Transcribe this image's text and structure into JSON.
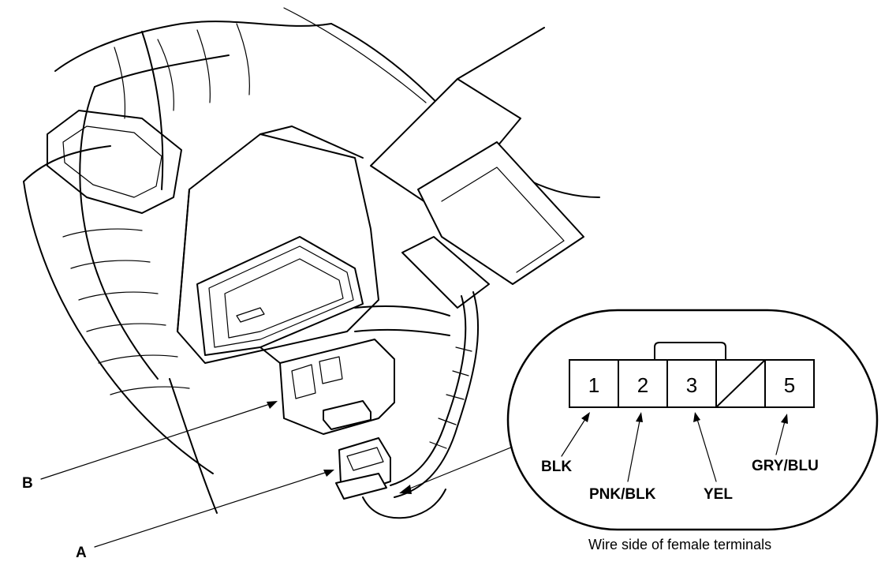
{
  "callouts": {
    "a": "A",
    "b": "B"
  },
  "connector_view": {
    "cavities": [
      {
        "number": "1",
        "wire": "BLK"
      },
      {
        "number": "2",
        "wire": "PNK/BLK"
      },
      {
        "number": "3",
        "wire": "YEL"
      },
      {
        "number": "",
        "wire": "",
        "empty": true
      },
      {
        "number": "5",
        "wire": "GRY/BLU"
      }
    ],
    "caption": "Wire side of female terminals"
  }
}
